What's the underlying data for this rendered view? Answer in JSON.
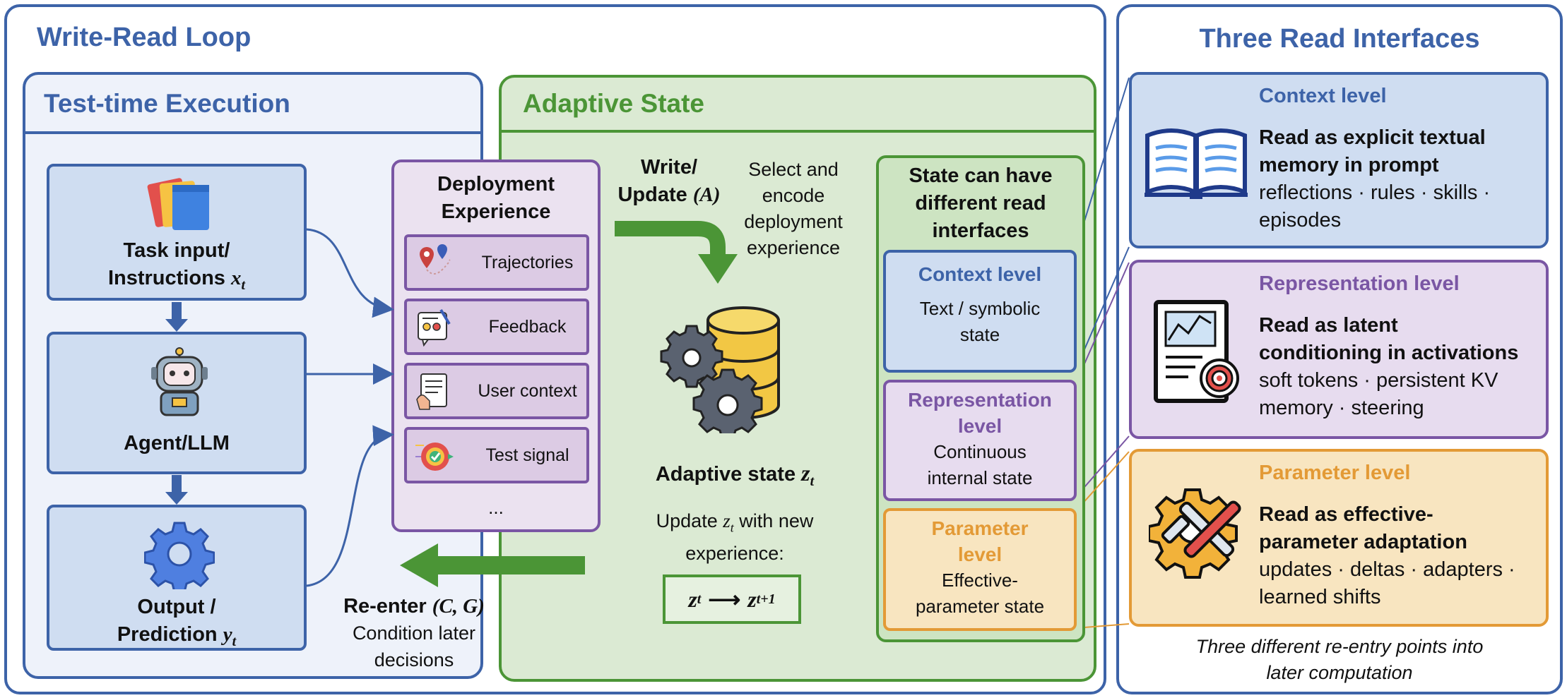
{
  "write_read_loop": {
    "title": "Write-Read Loop"
  },
  "test_time": {
    "title": "Test-time Execution",
    "task_input": {
      "line1": "Task input/",
      "line2": "Instructions",
      "var": "x",
      "sub": "t"
    },
    "agent": {
      "label": "Agent/LLM"
    },
    "output": {
      "line1": "Output /",
      "line2": "Prediction",
      "var": "y",
      "sub": "t"
    }
  },
  "deployment": {
    "title_line1": "Deployment",
    "title_line2": "Experience",
    "items": [
      {
        "label": "Trajectories",
        "icon": "map-pin-icon"
      },
      {
        "label": "Feedback",
        "icon": "feedback-form-icon"
      },
      {
        "label": "User context",
        "icon": "document-hand-icon"
      },
      {
        "label": "Test signal",
        "icon": "target-check-icon"
      }
    ],
    "ellipsis": "..."
  },
  "adaptive_state": {
    "title": "Adaptive State",
    "write_label_1": "Write/",
    "write_label_2": "Update",
    "write_var": "(A)",
    "select_text": [
      "Select and",
      "encode",
      "deployment",
      "experience"
    ],
    "state_label": "Adaptive state",
    "state_var": "z",
    "state_sub": "t",
    "update_text_1": "Update",
    "update_text_2": "with new",
    "update_text_3": "experience:",
    "transition_from": "z",
    "transition_from_sub": "t",
    "transition_to": "z",
    "transition_to_sub": "t+1",
    "reenter_label": "Re-enter",
    "reenter_var": "(C, G)",
    "reenter_text_1": "Condition later",
    "reenter_text_2": "decisions"
  },
  "state_interfaces": {
    "heading": [
      "State can have",
      "different read",
      "interfaces"
    ],
    "context": {
      "title": "Context level",
      "text": [
        "Text / symbolic",
        "state"
      ]
    },
    "representation": {
      "title": [
        "Representation",
        "level"
      ],
      "text": [
        "Continuous",
        "internal state"
      ]
    },
    "parameter": {
      "title": [
        "Parameter",
        "level"
      ],
      "text": [
        "Effective-",
        "parameter state"
      ]
    }
  },
  "three_read": {
    "title": "Three Read Interfaces",
    "context": {
      "title": "Context level",
      "bold": [
        "Read as explicit textual",
        "memory in prompt"
      ],
      "text": [
        "reflections · rules · skills ·",
        "episodes"
      ]
    },
    "representation": {
      "title": "Representation level",
      "bold": [
        "Read as latent",
        "conditioning in activations"
      ],
      "text": [
        "soft tokens · persistent KV",
        "memory · steering"
      ]
    },
    "parameter": {
      "title": "Parameter level",
      "bold": [
        "Read as effective-",
        "parameter adaptation"
      ],
      "text": [
        "updates · deltas · adapters ·",
        "learned shifts"
      ]
    },
    "caption": [
      "Three different re-entry points into",
      "later computation"
    ]
  },
  "colors": {
    "blue_border": "#3d63a8",
    "blue_fill": "#cfddf1",
    "green_border": "#4b9536",
    "green_fill": "#dbead3",
    "purple_border": "#7a56a4",
    "purple_fill": "#e7dcef",
    "orange_border": "#e39a36",
    "orange_fill": "#f8e5c0"
  }
}
